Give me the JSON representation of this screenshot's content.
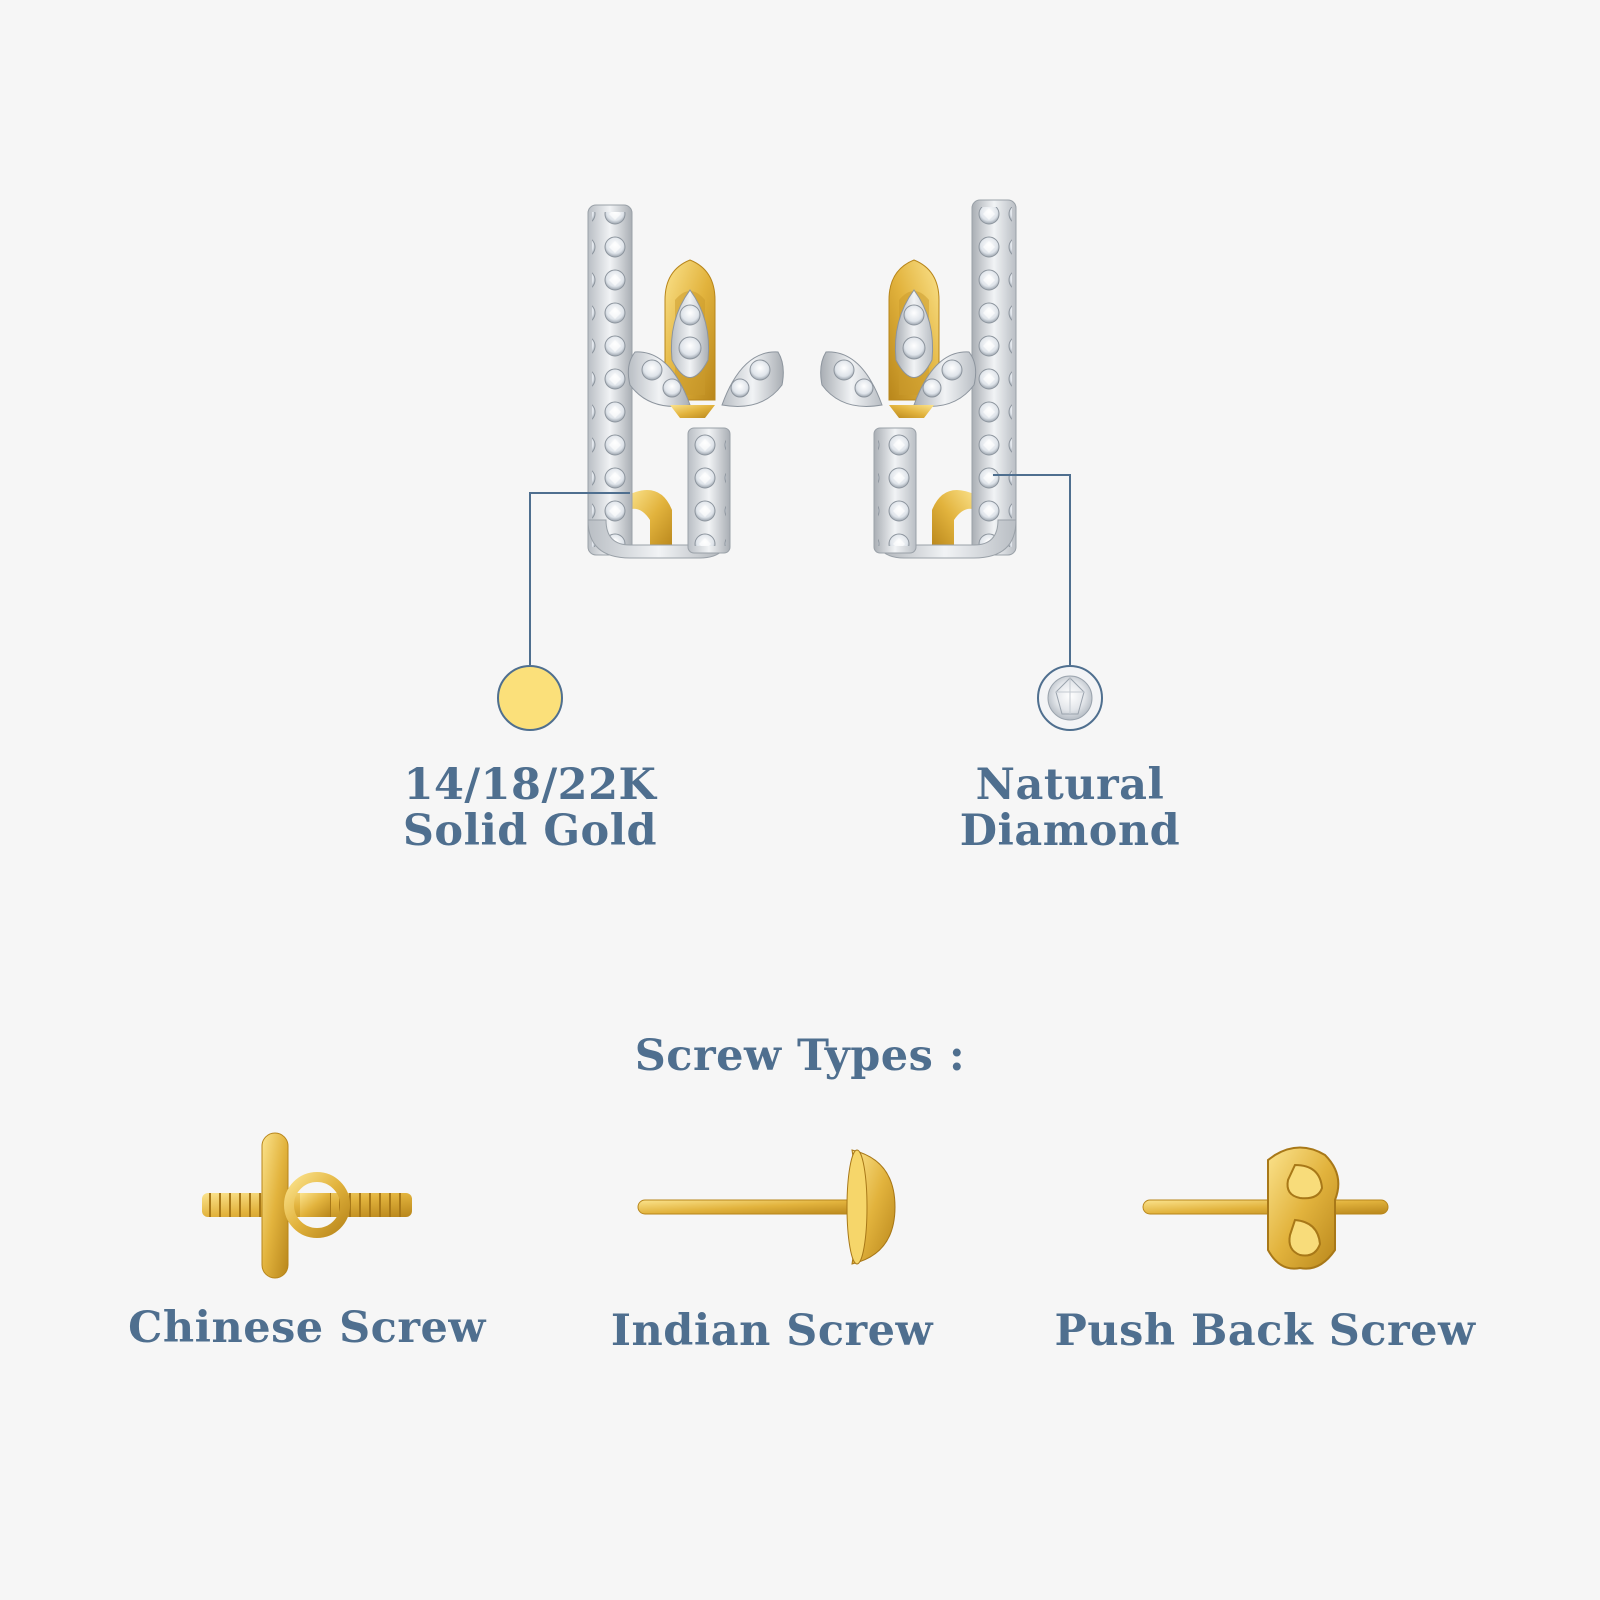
{
  "colors": {
    "background": "#f6f6f6",
    "text": "#4f6f8f",
    "gold": "#e8c152",
    "gold_swatch": "#fbe07a",
    "line": "#4f6f8f",
    "silver": "#d6d9dd"
  },
  "product": {
    "image_name": "diamond-hoop-earrings-image"
  },
  "materials": {
    "gold": {
      "swatch_icon": "gold-swatch-icon",
      "line1": "14/18/22K",
      "line2": "Solid Gold"
    },
    "diamond": {
      "swatch_icon": "diamond-swatch-icon",
      "line1": "Natural",
      "line2": "Diamond"
    }
  },
  "screws": {
    "heading": "Screw Types :",
    "items": [
      {
        "icon": "chinese-screw-icon",
        "label": "Chinese Screw"
      },
      {
        "icon": "indian-screw-icon",
        "label": "Indian Screw"
      },
      {
        "icon": "push-back-screw-icon",
        "label": "Push Back Screw"
      }
    ]
  }
}
